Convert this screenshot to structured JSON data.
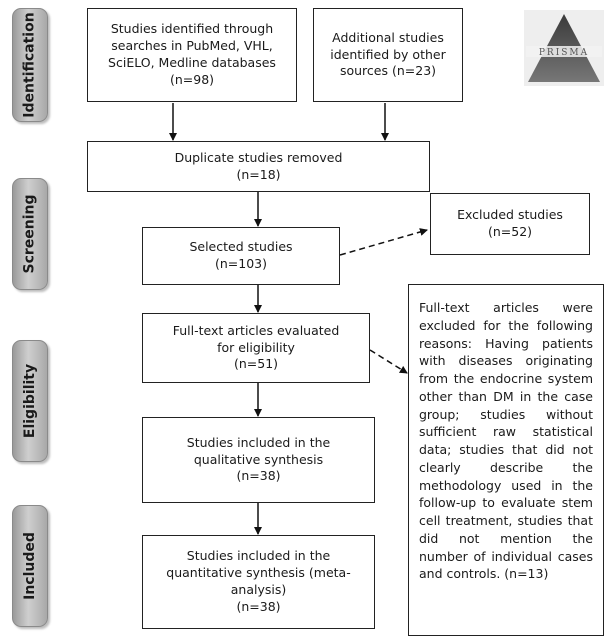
{
  "phases": {
    "identification": "Identification",
    "screening": "Screening",
    "eligibility": "Eligibility",
    "included": "Included"
  },
  "boxes": {
    "identified_searches": [
      "Studies identified through",
      "searches in PubMed, VHL,",
      "SciELO, Medline databases",
      "(n=98)"
    ],
    "additional_studies": [
      "Additional studies",
      "identified by other",
      "sources (n=23)"
    ],
    "duplicates_removed": [
      "Duplicate studies removed",
      "(n=18)"
    ],
    "selected_studies": [
      "Selected studies",
      "(n=103)"
    ],
    "excluded_studies": [
      "Excluded studies",
      "(n=52)"
    ],
    "fulltext_evaluated": [
      "Full-text articles evaluated",
      "for eligibility",
      "(n=51)"
    ],
    "qualitative_synthesis": [
      "Studies included in the",
      "qualitative synthesis",
      "(n=38)"
    ],
    "quantitative_synthesis": [
      "Studies included in the",
      "quantitative synthesis (meta-",
      "analysis)",
      "(n=38)"
    ],
    "fulltext_excluded": "Full-text articles were excluded for the following reasons: Having patients with diseases originating from the endocrine system other than DM in the case group; studies without sufficient raw statistical data; studies that did not clearly describe the methodology used in the follow-up to evaluate stem cell treatment, studies that did not mention the number of individual cases and controls. (n=13)"
  },
  "logo": {
    "text": "PRISMA"
  }
}
